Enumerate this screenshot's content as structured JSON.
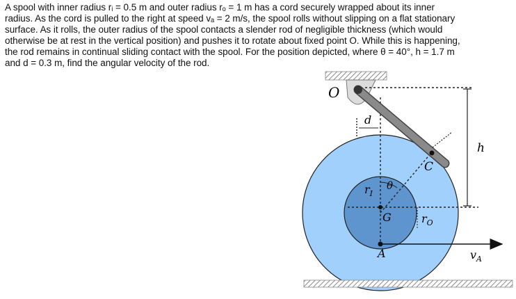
{
  "problem": {
    "lines": [
      "A spool with inner radius rᵢ = 0.5 m and outer radius rₒ = 1 m has a cord securely wrapped about its inner",
      "radius. As the cord is pulled to the right at speed vₐ = 2 m/s, the spool rolls without slipping on a flat stationary",
      "surface. As it rolls, the outer radius of the spool contacts a slender rod of negligible thickness (which would",
      "otherwise be at rest in the vertical position) and pushes it to rotate about fixed point O. While this is happening,",
      "the rod remains in continual sliding contact with the spool. For the position depicted, where θ = 40°, h = 1.7 m",
      "and d = 0.3 m, find the angular velocity of the rod."
    ]
  },
  "figure": {
    "labels": {
      "O": "O",
      "d": "d",
      "h": "h",
      "C": "C",
      "rI": "r",
      "rI_sub": "I",
      "theta": "θ",
      "G": "G",
      "rO": "r",
      "rO_sub": "O",
      "A": "A",
      "vA": "v",
      "vA_sub": "A"
    },
    "colors": {
      "outer_disk": "#a2d0fc",
      "inner_disk": "#5e95cf",
      "rod": "#7a7a7a",
      "ground_hatch": "#8a8a8a",
      "arrow": "#111111"
    }
  }
}
